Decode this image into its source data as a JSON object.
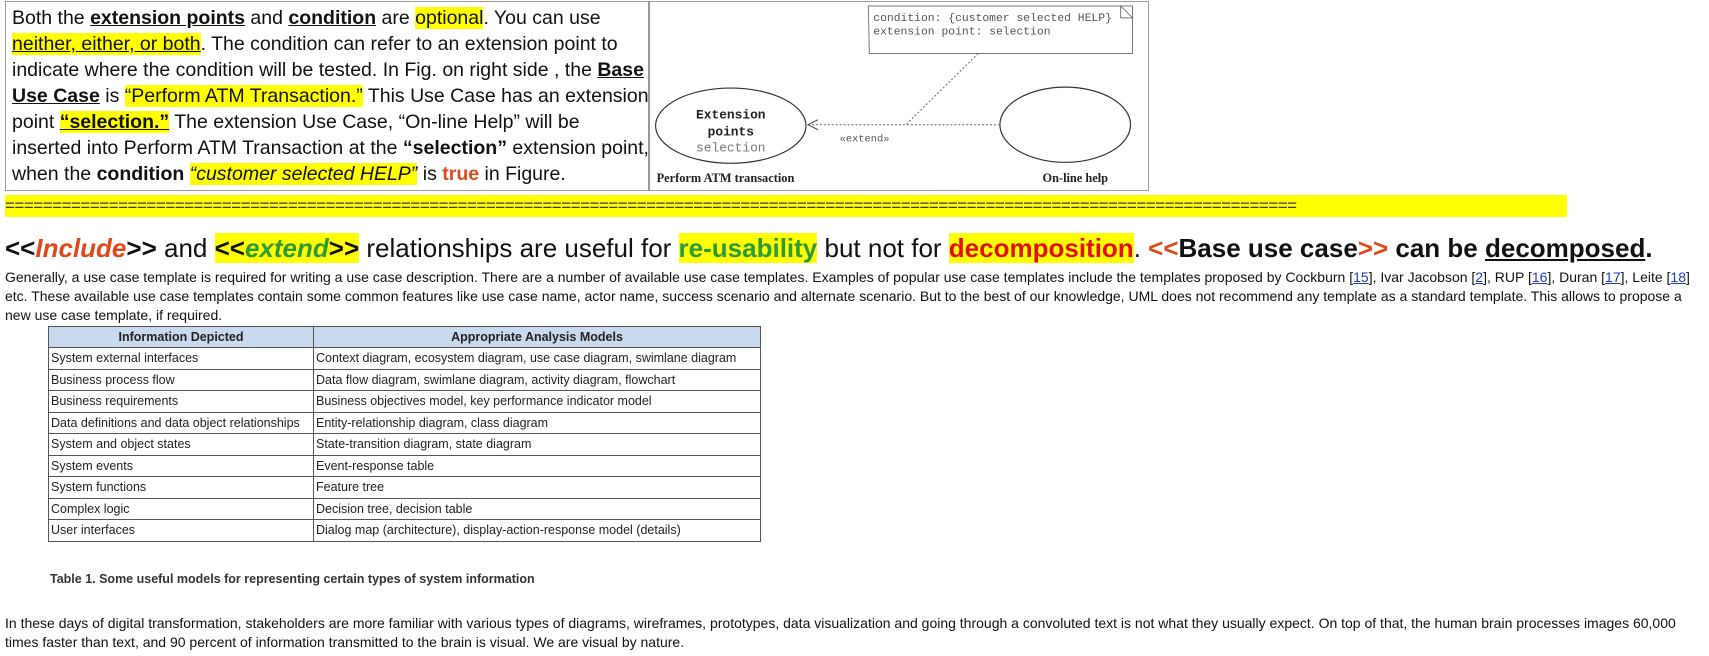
{
  "intro": {
    "t1": "Both the ",
    "ext_points": "extension points",
    "t2": " and ",
    "condition": "condition",
    "t3": " are ",
    "optional": "optional",
    "t4": ". You can use ",
    "neither": "neither, either, or both",
    "t5": ". The condition can refer to an extension point to indicate where the condition will be tested. In Fig. on right side , the ",
    "base_use_case": "Base Use Case",
    "t6": " is ",
    "perform_atm": "“Perform ATM Transaction.”",
    "t7": " This Use Case has an extension point ",
    "selection_q": "“selection.”",
    "t8": " The extension Use Case, “On-line Help” will be inserted into Perform ATM Transaction at the ",
    "selection_q2": "“selection”",
    "t9": " extension point, when the ",
    "condition2": "condition",
    "t10": " ",
    "customer_help": "“customer selected HELP”",
    "t11": " is ",
    "true_word": "true",
    "t12": " in Figure."
  },
  "diagram": {
    "note_line1": "condition: {customer selected HELP}",
    "note_line2": "extension point: selection",
    "left_case_l1": "Extension",
    "left_case_l2": "points",
    "left_case_l3": "selection",
    "extend_label": "«extend»",
    "left_label": "Perform ATM transaction",
    "right_label": "On-line help"
  },
  "separator": "=========================================================================================================================================",
  "heading": {
    "open1": "<<",
    "include": "Include",
    "close1": ">>",
    "and": " and ",
    "open2": "<<",
    "extend": "extend",
    "close2": ">>",
    "mid": " relationships are useful for ",
    "reuse": "re-usability",
    "mid2": " but not for ",
    "decomp": "decomposition",
    "dot": ". ",
    "open3": "<<",
    "buc": "Base use case",
    "close3": ">>",
    "tail": " can be ",
    "decomposed": "decomposed",
    "end": "."
  },
  "para1": {
    "a": "Generally, a use case template is required for writing a use case description. There are a number of available use case templates. Examples of popular use case templates include the templates proposed by Cockburn [",
    "r1": "15",
    "b": "], Ivar Jacobson [",
    "r2": "2",
    "c": "], RUP [",
    "r3": "16",
    "d": "], Duran [",
    "r4": "17",
    "e": "], Leite [",
    "r5": "18",
    "f": "] etc. These available use case templates contain some common features like use case name, actor name, success scenario and alternate scenario. But to the best of our knowledge, UML does not recommend any template as a standard template. This allows to propose a new use case template, if required."
  },
  "table": {
    "headers": [
      "Information Depicted",
      "Appropriate Analysis Models"
    ],
    "rows": [
      [
        "System external interfaces",
        "Context diagram, ecosystem diagram, use case diagram, swimlane diagram"
      ],
      [
        "Business process flow",
        "Data flow diagram, swimlane diagram, activity diagram, flowchart"
      ],
      [
        "Business requirements",
        "Business objectives model, key performance indicator model"
      ],
      [
        "Data definitions and data object relationships",
        "Entity-relationship diagram, class diagram"
      ],
      [
        "System and object states",
        "State-transition diagram, state diagram"
      ],
      [
        "System events",
        "Event-response table"
      ],
      [
        "System functions",
        "Feature tree"
      ],
      [
        "Complex logic",
        "Decision tree, decision table"
      ],
      [
        "User interfaces",
        "Dialog map (architecture), display-action-response model (details)"
      ]
    ],
    "caption": "Table 1. Some useful models for representing certain types of system information"
  },
  "para2": "In these days of digital transformation, stakeholders are more familiar with various types of diagrams, wireframes, prototypes, data visualization and going through a convoluted text is not what they usually expect. On top of that, the human brain processes images 60,000 times faster than text, and 90 percent of information transmitted to the brain is visual. We are visual by nature.",
  "colors": {
    "highlight": "#ffff00",
    "accent_red": "#e04a1a",
    "accent_green": "#2b9a3a",
    "link": "#1a3db5",
    "table_header": "#c9d9ee"
  }
}
